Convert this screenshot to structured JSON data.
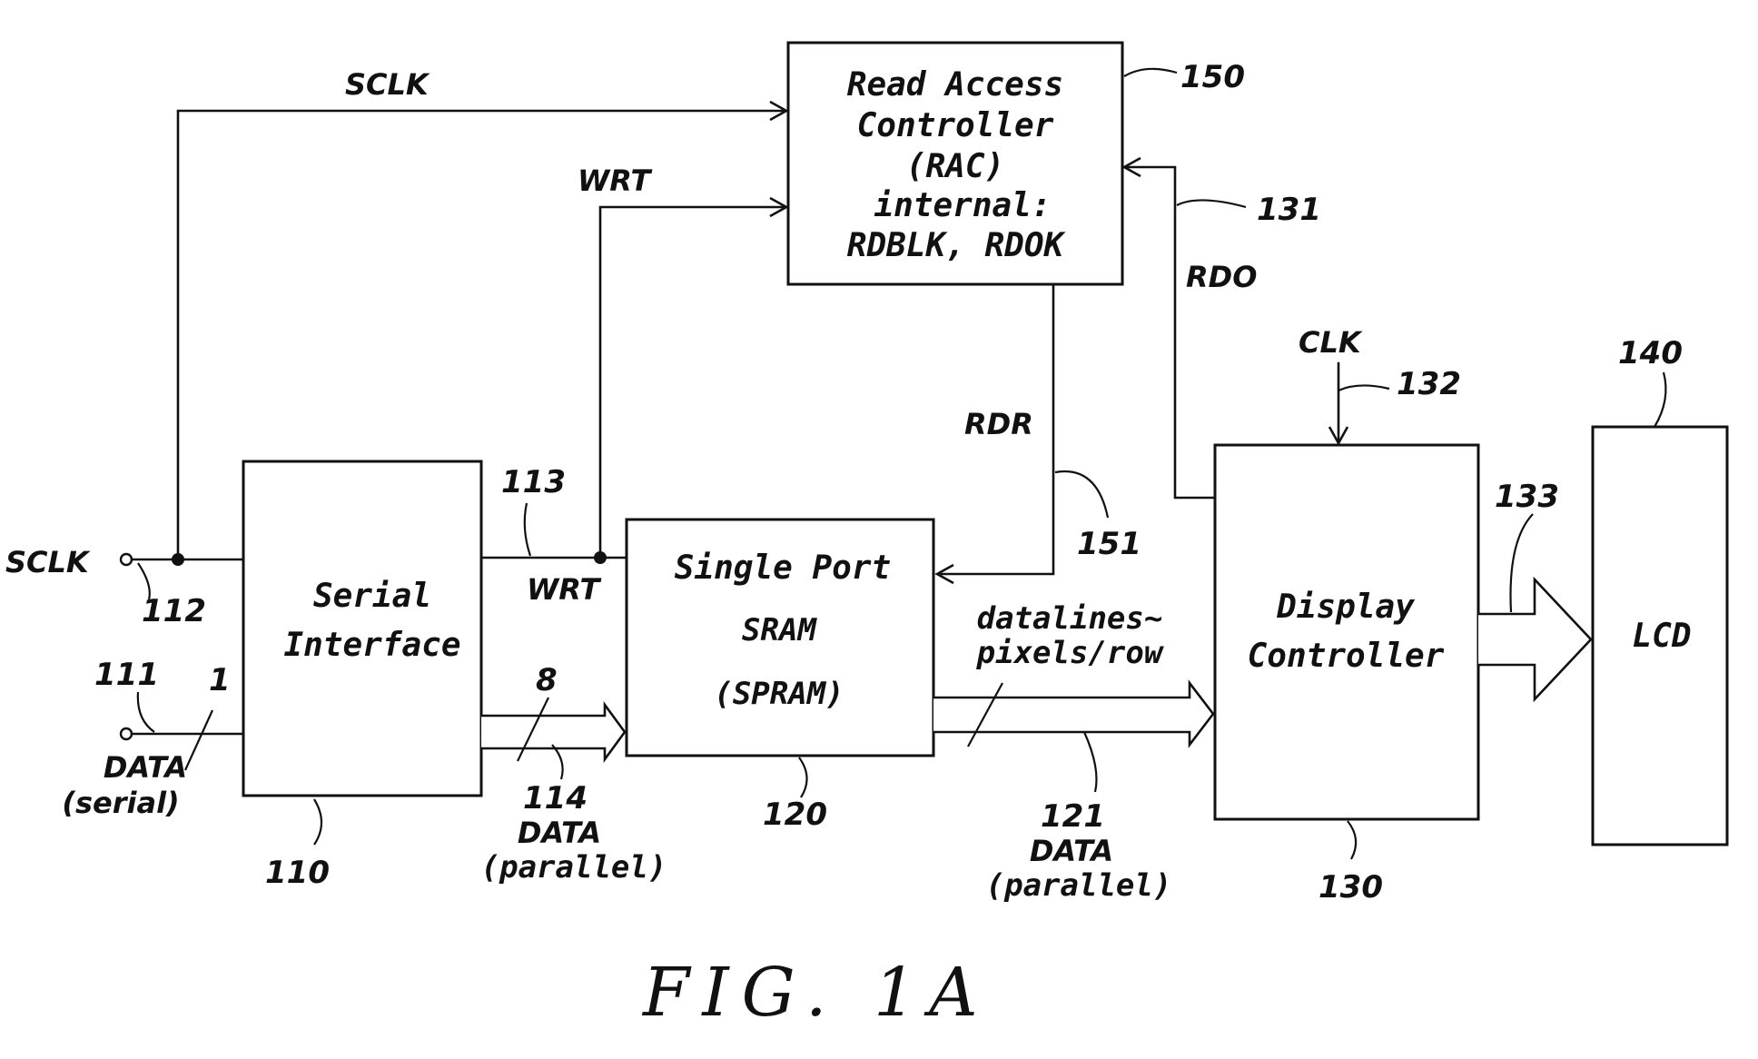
{
  "figure": {
    "caption": "FIG. 1A"
  },
  "blocks": {
    "rac": {
      "lines": [
        "Read Access",
        "Controller",
        "(RAC)",
        "internal:",
        "RDBLK, RDOK"
      ],
      "ref": "150"
    },
    "serial_interface": {
      "lines": [
        "Serial",
        "Interface"
      ],
      "ref": "110"
    },
    "spram": {
      "lines": [
        "Single Port",
        "SRAM",
        "(SPRAM)"
      ],
      "ref": "120"
    },
    "display_controller": {
      "lines": [
        "Display",
        "Controller"
      ],
      "ref": "130"
    },
    "lcd": {
      "label": "LCD",
      "ref": "140"
    }
  },
  "signals": {
    "sclk_top": "SCLK",
    "wrt_top": "WRT",
    "wrt_lower": "WRT",
    "rdr": "RDR",
    "rdo": "RDO",
    "clk": "CLK",
    "sclk_input": "SCLK",
    "data_serial": [
      "DATA",
      "(serial)"
    ],
    "data_parallel_114": [
      "DATA",
      "(parallel)"
    ],
    "data_parallel_121": [
      "DATA",
      "(parallel)"
    ],
    "datalines": [
      "datalines~",
      "pixels/row"
    ]
  },
  "refs": {
    "r111": "111",
    "r112": "112",
    "r113": "113",
    "r114": "114",
    "r121": "121",
    "r131": "131",
    "r132": "132",
    "r133": "133",
    "r151": "151",
    "bus_width_1": "1",
    "bus_width_8": "8"
  }
}
